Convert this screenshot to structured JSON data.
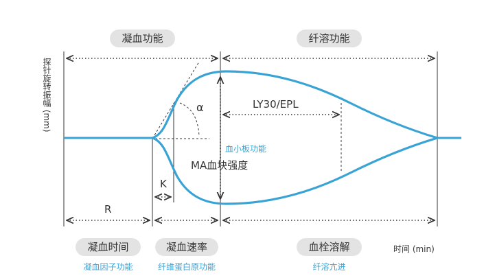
{
  "top": {
    "coag_function": "凝血功能",
    "fib_function": "纤溶功能"
  },
  "y_axis_label": "探针旋转振幅 (mm)",
  "labels": {
    "alpha": "α",
    "ly30": "LY30/EPL",
    "platelet": "血小板功能",
    "ma": "MA血块强度",
    "k": "K",
    "r": "R"
  },
  "bottom": {
    "clot_time": "凝血时间",
    "clot_rate": "凝血速率",
    "clot_lysis": "血栓溶解",
    "time_label": "时间 (min)"
  },
  "sub": {
    "factor": "凝血因子功能",
    "fibrinogen": "纤维蛋白原功能",
    "hyperfib": "纤溶亢进"
  },
  "colors": {
    "curve": "#3aa3d6",
    "accent_text": "#3aa3d6",
    "pill_bg": "#e3e3e3"
  }
}
